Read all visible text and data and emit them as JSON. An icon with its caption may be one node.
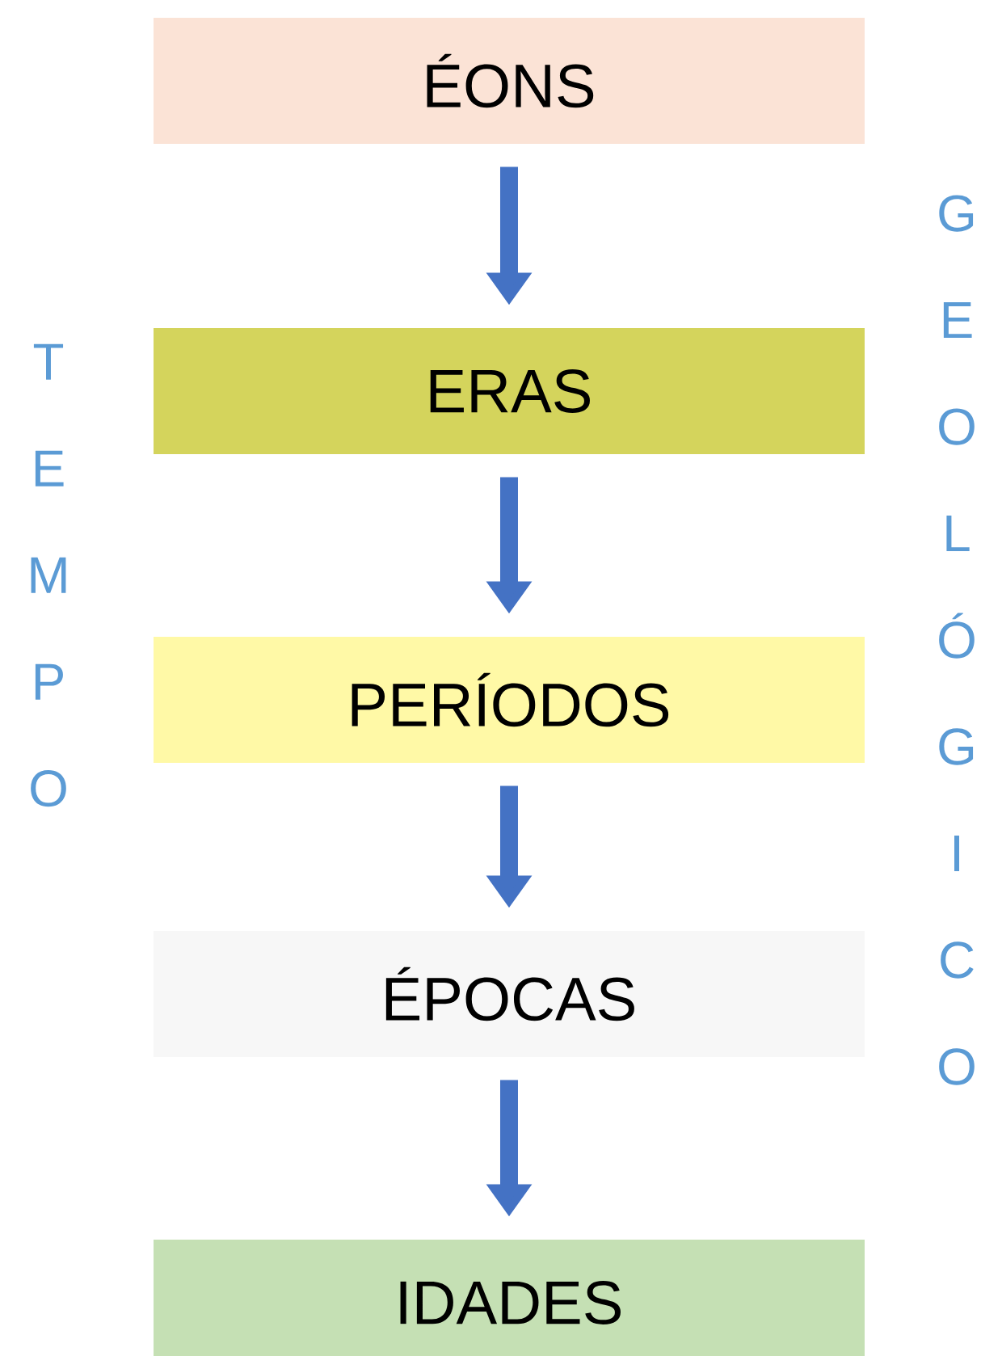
{
  "diagram": {
    "nodes": [
      {
        "text": [
          "ÉONS"
        ]
      },
      {
        "text": [
          "ERAS"
        ]
      },
      {
        "text": [
          "PERÍODOS"
        ]
      },
      {
        "text": [
          "ÉPOCAS"
        ]
      },
      {
        "text": [
          "IDADES"
        ]
      }
    ],
    "edges": [
      {
        "from": 0,
        "to": 1,
        "arrow": "to"
      },
      {
        "from": 1,
        "to": 2,
        "arrow": "to"
      },
      {
        "from": 2,
        "to": 3,
        "arrow": "to"
      },
      {
        "from": 3,
        "to": 4,
        "arrow": "to"
      }
    ],
    "labels": [
      "TEMPO",
      "GEOLÓGICO"
    ]
  }
}
